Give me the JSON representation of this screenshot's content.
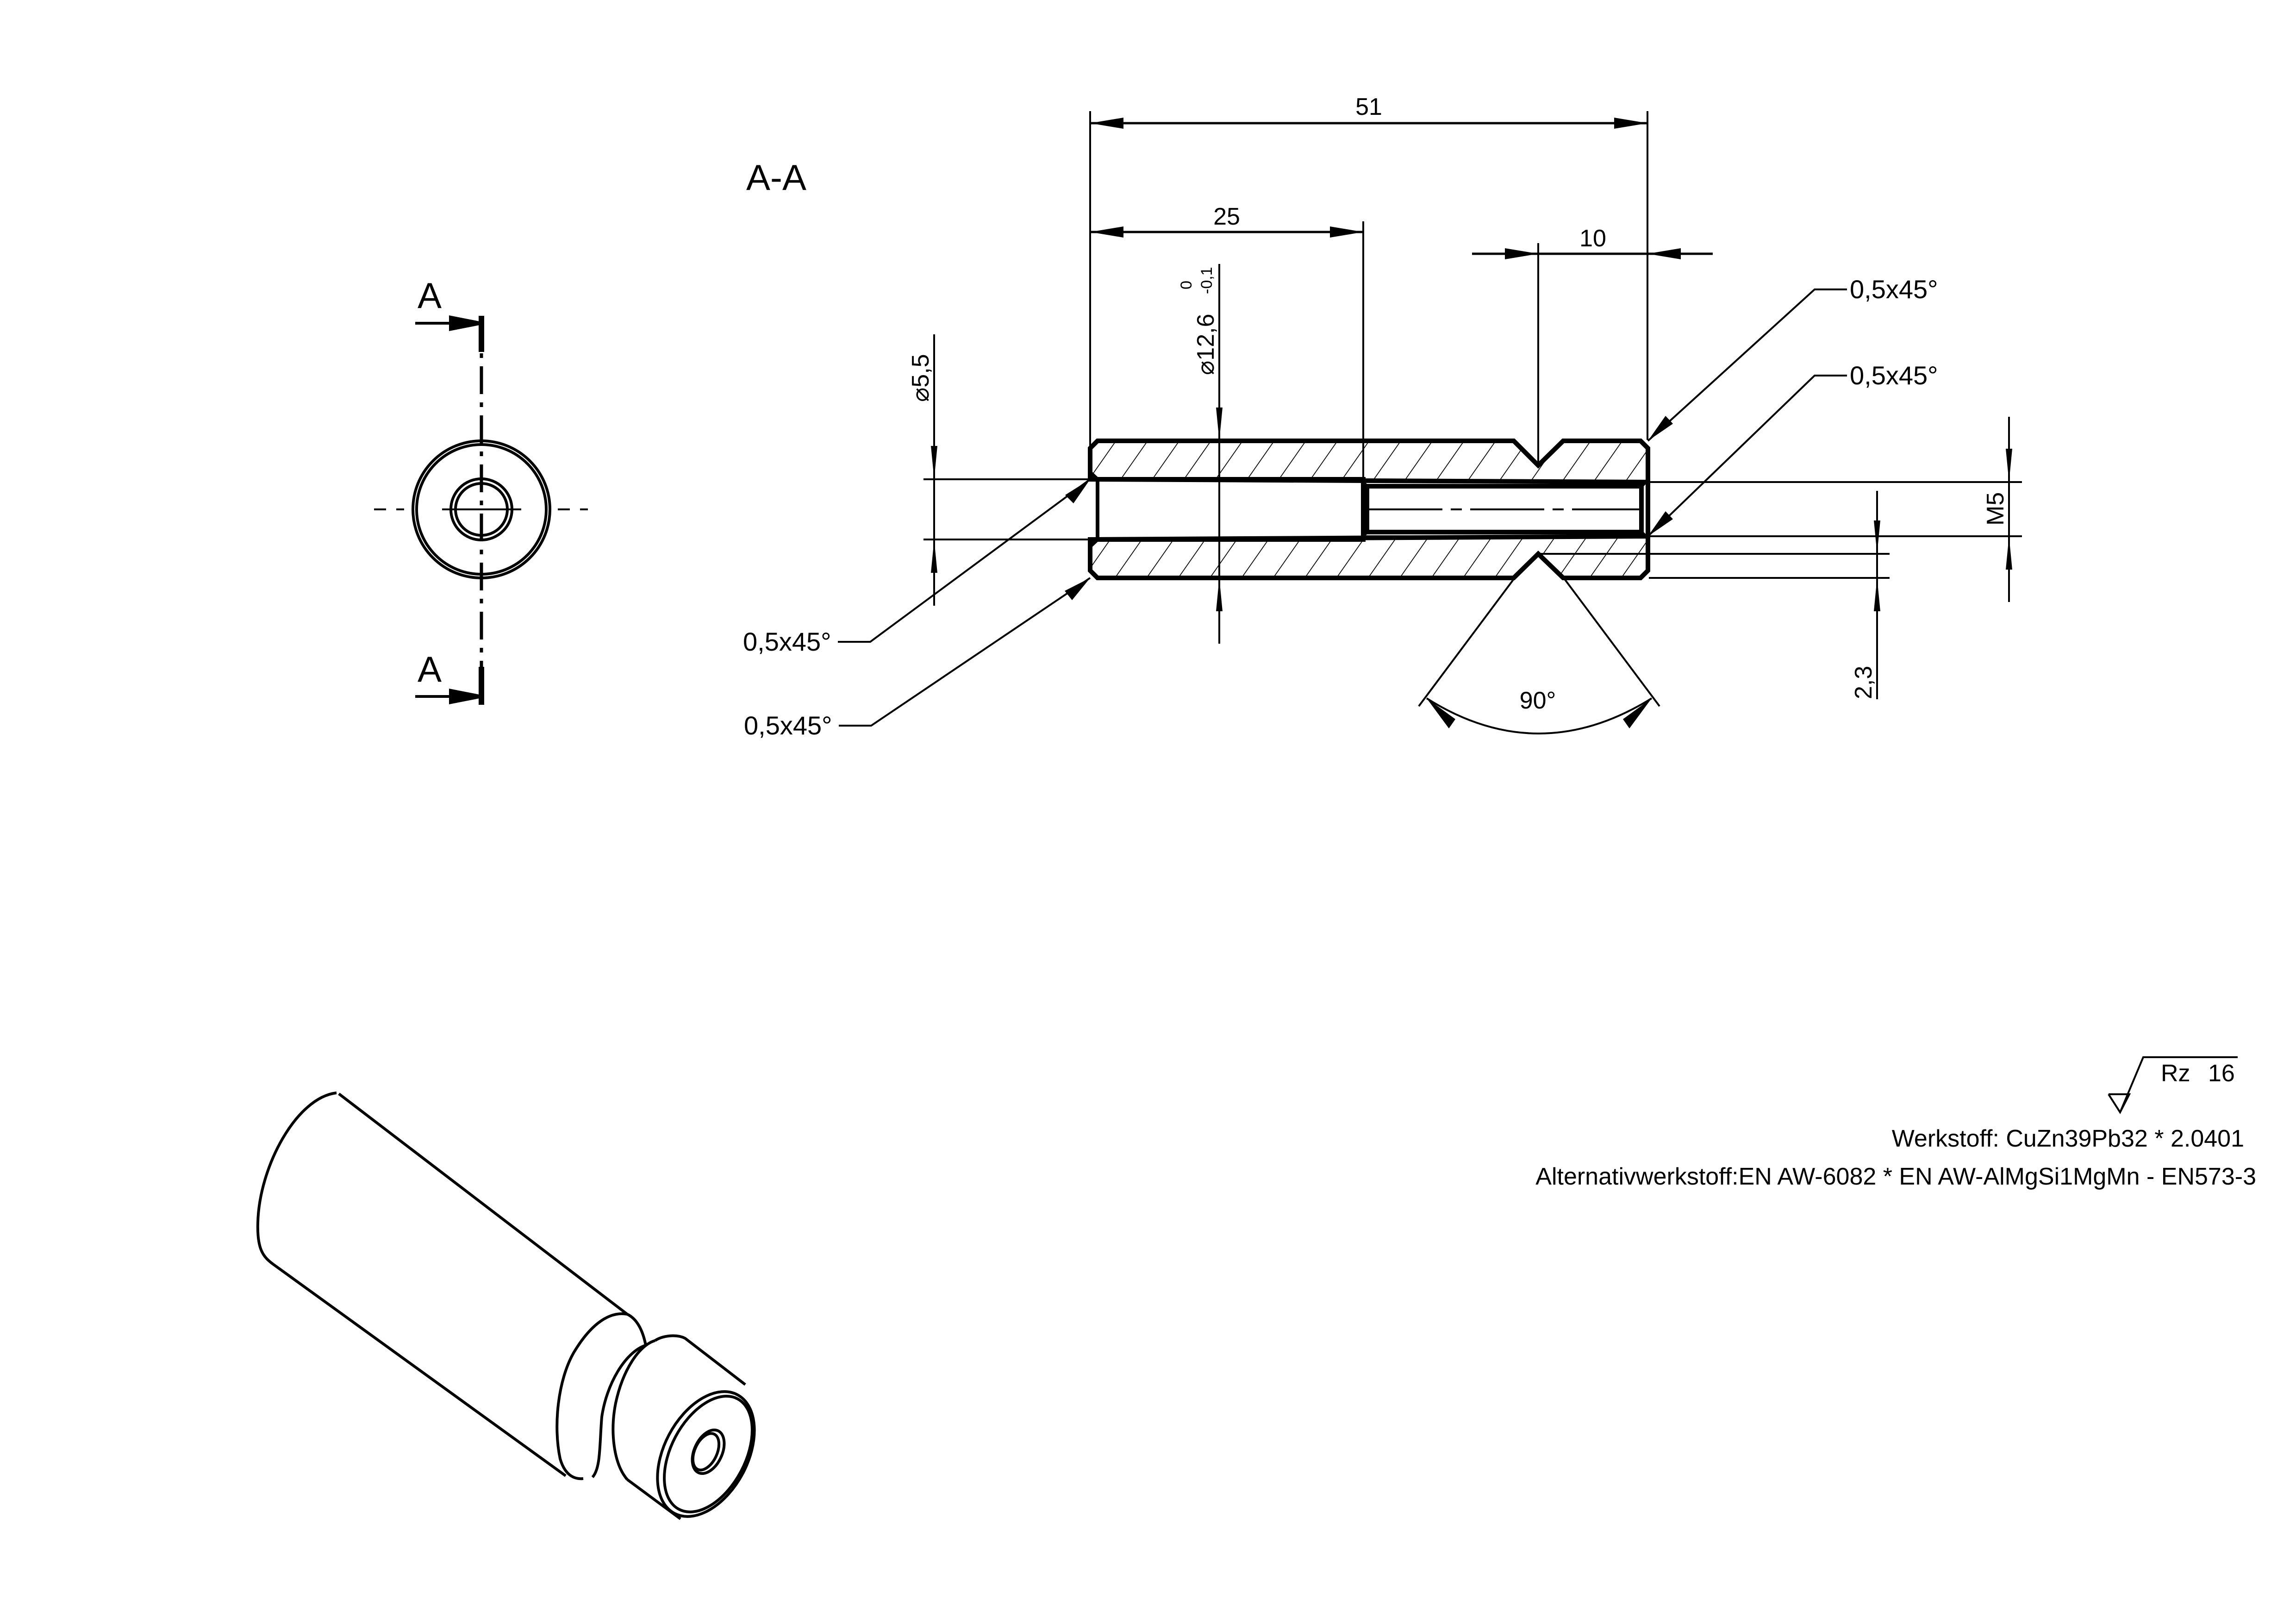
{
  "drawing": {
    "section_title": "A-A",
    "section_marker_letter": "A",
    "dimensions": {
      "overall_length": "51",
      "bore_depth": "25",
      "groove_position": "10",
      "bore_diameter": "⌀5,5",
      "outer_diameter": "⌀12,6",
      "outer_diameter_tol_upper": "0",
      "outer_diameter_tol_lower": "-0,1",
      "thread": "M5",
      "groove_depth": "2,3",
      "groove_angle": "90°"
    },
    "chamfers": {
      "right_outer": "0,5x45°",
      "right_thread": "0,5x45°",
      "left_bore": "0,5x45°",
      "left_outer": "0,5x45°"
    },
    "surface_finish": {
      "parameter": "Rz",
      "value": "16"
    },
    "material": {
      "primary": "Werkstoff: CuZn39Pb32 * 2.0401",
      "alternative": "Alternativwerkstoff:EN AW-6082 * EN AW-AlMgSi1MgMn - EN573-3"
    },
    "views": {
      "end_view": "end-view",
      "section_view": "section-a-a",
      "isometric_view": "isometric"
    },
    "colors": {
      "line": "#000000",
      "background": "#ffffff"
    }
  }
}
